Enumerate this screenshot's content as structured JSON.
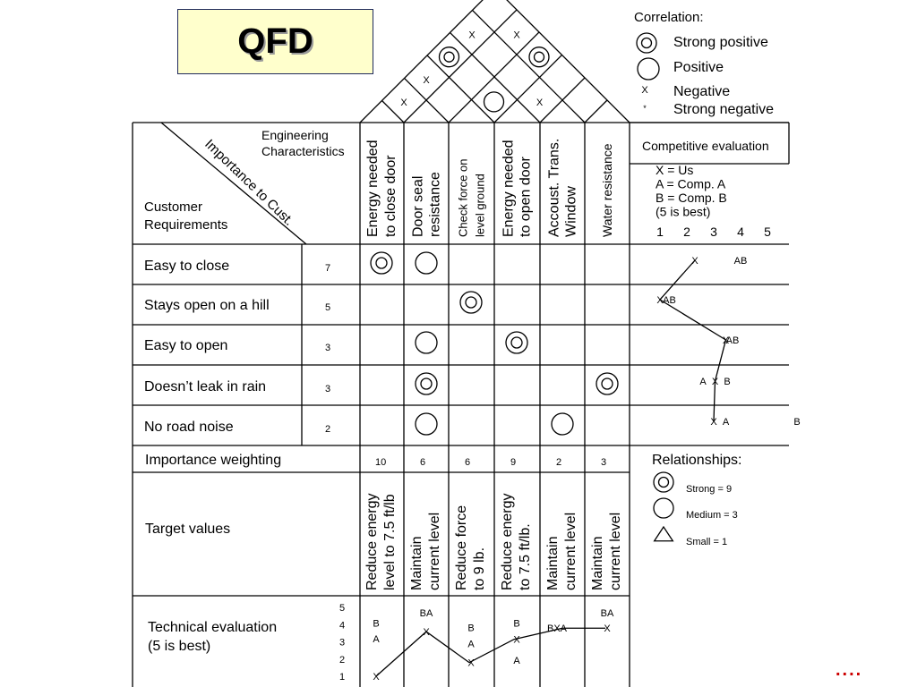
{
  "title": "QFD",
  "correlation_legend": {
    "heading": "Correlation:",
    "items": [
      {
        "symbol": "double-circle",
        "label": "Strong positive"
      },
      {
        "symbol": "circle",
        "label": "Positive"
      },
      {
        "symbol": "x-mark",
        "glyph": "X",
        "label": "Negative"
      },
      {
        "symbol": "star-mark",
        "glyph": "*",
        "label": "Strong negative"
      }
    ]
  },
  "roof_marks": [
    {
      "pair": [
        1,
        2
      ],
      "mark": "x-mark",
      "glyph": "X"
    },
    {
      "pair": [
        1,
        3
      ],
      "mark": "x-mark",
      "glyph": "X"
    },
    {
      "pair": [
        1,
        4
      ],
      "mark": "double-circle"
    },
    {
      "pair": [
        3,
        4
      ],
      "mark": "circle"
    },
    {
      "pair": [
        1,
        5
      ],
      "mark": "x-mark",
      "glyph": "X"
    },
    {
      "pair": [
        4,
        5
      ],
      "mark": "x-mark",
      "glyph": "X"
    },
    {
      "pair": [
        2,
        6
      ],
      "mark": "x-mark",
      "glyph": "X"
    },
    {
      "pair": [
        3,
        6
      ],
      "mark": "double-circle"
    }
  ],
  "header": {
    "engineering_label_line1": "Engineering",
    "engineering_label_line2": "Characteristics",
    "importance_label": "Importance to Cust.",
    "customer_req_line1": "Customer",
    "customer_req_line2": "Requirements"
  },
  "engineering_characteristics": [
    [
      "Energy needed",
      "to close door"
    ],
    [
      "Door seal",
      "resistance"
    ],
    [
      "Check force on",
      "level ground"
    ],
    [
      "Energy needed",
      "to open door"
    ],
    [
      "Accoust. Trans.",
      "Window"
    ],
    [
      "Water resistance"
    ]
  ],
  "competitive": {
    "heading": "Competitive evaluation",
    "legend_lines": [
      "X = Us",
      "A = Comp. A",
      "B = Comp. B",
      "(5 is best)"
    ],
    "scale": [
      "1",
      "2",
      "3",
      "4",
      "5"
    ],
    "ratings": [
      {
        "row": 1,
        "labels": [
          {
            "text": "X",
            "score": 2.3
          },
          {
            "text": "AB",
            "score": 4.0
          }
        ]
      },
      {
        "row": 2,
        "labels": [
          {
            "text": "X",
            "score": 1.0
          },
          {
            "text": "AB",
            "score": 1.35
          }
        ]
      },
      {
        "row": 3,
        "labels": [
          {
            "text": "X",
            "score": 3.45
          },
          {
            "text": "AB",
            "score": 3.7
          }
        ]
      },
      {
        "row": 4,
        "labels": [
          {
            "text": "A",
            "score": 2.6
          },
          {
            "text": "X",
            "score": 3.05
          },
          {
            "text": "B",
            "score": 3.5
          }
        ]
      },
      {
        "row": 5,
        "labels": [
          {
            "text": "X",
            "score": 3.0
          },
          {
            "text": "A",
            "score": 3.45
          },
          {
            "text": "B",
            "score": 6.1
          }
        ]
      }
    ],
    "us_line": [
      2.3,
      1.0,
      3.45,
      3.05,
      3.0
    ]
  },
  "requirements": [
    {
      "name": "Easy to close",
      "importance": "7"
    },
    {
      "name": "Stays open on a hill",
      "importance": "5"
    },
    {
      "name": "Easy to open",
      "importance": "3"
    },
    {
      "name": "Doesn’t leak in rain",
      "importance": "3"
    },
    {
      "name": "No road noise",
      "importance": "2"
    }
  ],
  "relationship_matrix": [
    {
      "row": 1,
      "col": 1,
      "mark": "double-circle"
    },
    {
      "row": 1,
      "col": 2,
      "mark": "circle"
    },
    {
      "row": 2,
      "col": 3,
      "mark": "double-circle"
    },
    {
      "row": 3,
      "col": 2,
      "mark": "circle"
    },
    {
      "row": 3,
      "col": 4,
      "mark": "double-circle"
    },
    {
      "row": 4,
      "col": 2,
      "mark": "double-circle"
    },
    {
      "row": 4,
      "col": 6,
      "mark": "double-circle"
    },
    {
      "row": 5,
      "col": 2,
      "mark": "circle"
    },
    {
      "row": 5,
      "col": 5,
      "mark": "circle"
    }
  ],
  "importance_weighting": {
    "label": "Importance weighting",
    "values": [
      "10",
      "6",
      "6",
      "9",
      "2",
      "3"
    ]
  },
  "relationships_legend": {
    "heading": "Relationships:",
    "items": [
      {
        "symbol": "double-circle",
        "label": "Strong = 9"
      },
      {
        "symbol": "circle",
        "label": "Medium = 3"
      },
      {
        "symbol": "triangle",
        "label": "Small = 1"
      }
    ]
  },
  "target_values": {
    "label": "Target values",
    "values": [
      [
        "Reduce energy",
        "level to 7.5 ft/lb"
      ],
      [
        "Maintain",
        "current level"
      ],
      [
        "Reduce force",
        "to 9 lb."
      ],
      [
        "Reduce energy",
        "to 7.5 ft/lb."
      ],
      [
        "Maintain",
        "current level"
      ],
      [
        "Maintain",
        "current level"
      ]
    ]
  },
  "technical_evaluation": {
    "label_line1": "Technical evaluation",
    "label_line2": "(5 is best)",
    "scale": [
      "5",
      "4",
      "3",
      "2",
      "1"
    ],
    "columns": [
      {
        "col": 1,
        "labels": [
          {
            "text": "B",
            "score": 4.1
          },
          {
            "text": "A",
            "score": 3.2
          },
          {
            "text": "X",
            "score": 1.0
          }
        ]
      },
      {
        "col": 2,
        "labels": [
          {
            "text": "BA",
            "score": 4.7
          },
          {
            "text": "X",
            "score": 3.6
          }
        ]
      },
      {
        "col": 3,
        "labels": [
          {
            "text": "B",
            "score": 3.85
          },
          {
            "text": "A",
            "score": 2.9
          },
          {
            "text": "X",
            "score": 1.8
          }
        ]
      },
      {
        "col": 4,
        "labels": [
          {
            "text": "B",
            "score": 4.1
          },
          {
            "text": "X",
            "score": 3.15
          },
          {
            "text": "A",
            "score": 1.95
          }
        ]
      },
      {
        "col": 5,
        "labels": [
          {
            "text": "BXA",
            "score": 3.8
          }
        ]
      },
      {
        "col": 6,
        "labels": [
          {
            "text": "BA",
            "score": 4.7
          },
          {
            "text": "X",
            "score": 3.8
          }
        ]
      }
    ],
    "us_line": [
      1.0,
      3.6,
      1.8,
      3.15,
      3.8,
      3.8
    ]
  },
  "more_indicator": "...."
}
